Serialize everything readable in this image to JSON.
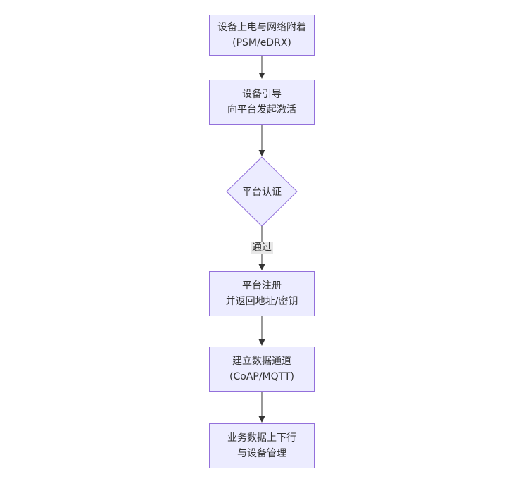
{
  "diagram": {
    "type": "flowchart-top-down",
    "nodes": [
      {
        "id": "attach",
        "shape": "rect",
        "line1": "设备上电与网络附着",
        "line2": "(PSM/eDRX)"
      },
      {
        "id": "bootstrap",
        "shape": "rect",
        "line1": "设备引导",
        "line2": "向平台发起激活"
      },
      {
        "id": "auth",
        "shape": "diamond",
        "label": "平台认证"
      },
      {
        "id": "register",
        "shape": "rect",
        "line1": "平台注册",
        "line2": "并返回地址/密钥"
      },
      {
        "id": "channel",
        "shape": "rect",
        "line1": "建立数据通道",
        "line2": "(CoAP/MQTT)"
      },
      {
        "id": "business",
        "shape": "rect",
        "line1": "业务数据上下行",
        "line2": "与设备管理"
      }
    ],
    "edges": [
      {
        "from": "attach",
        "to": "bootstrap",
        "label": ""
      },
      {
        "from": "bootstrap",
        "to": "auth",
        "label": ""
      },
      {
        "from": "auth",
        "to": "register",
        "label": "通过"
      },
      {
        "from": "register",
        "to": "channel",
        "label": ""
      },
      {
        "from": "channel",
        "to": "business",
        "label": ""
      }
    ],
    "edge_label_pass": "通过",
    "colors": {
      "node_fill": "#ECECFF",
      "node_border": "#9370DB",
      "text": "#333333",
      "edge": "#333333",
      "label_bg": "#e8e8e8",
      "page_bg": "#ffffff"
    }
  }
}
